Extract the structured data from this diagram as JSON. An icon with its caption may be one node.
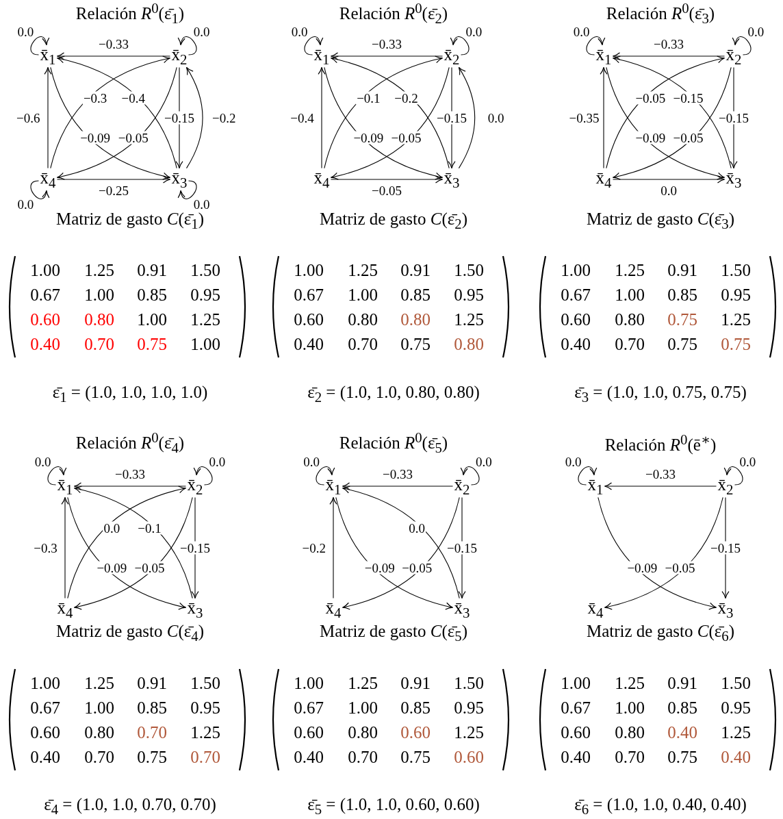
{
  "diagram": {
    "nodes": [
      {
        "text": [
          "x̄$_{1}$"
        ]
      },
      {
        "text": [
          "x̄$_{2}$"
        ]
      },
      {
        "text": [
          "x̄$_{3}$"
        ]
      },
      {
        "text": [
          "x̄$_{4}$"
        ]
      },
      {
        "text": [
          "x̄$_{1}$"
        ]
      },
      {
        "text": [
          "x̄$_{2}$"
        ]
      },
      {
        "text": [
          "x̄$_{3}$"
        ]
      },
      {
        "text": [
          "x̄$_{4}$"
        ]
      },
      {
        "text": [
          "x̄$_{1}$"
        ]
      },
      {
        "text": [
          "x̄$_{2}$"
        ]
      },
      {
        "text": [
          "x̄$_{3}$"
        ]
      },
      {
        "text": [
          "x̄$_{4}$"
        ]
      },
      {
        "text": [
          "x̄$_{1}$"
        ]
      },
      {
        "text": [
          "x̄$_{2}$"
        ]
      },
      {
        "text": [
          "x̄$_{3}$"
        ]
      },
      {
        "text": [
          "x̄$_{4}$"
        ]
      },
      {
        "text": [
          "x̄$_{1}$"
        ]
      },
      {
        "text": [
          "x̄$_{2}$"
        ]
      },
      {
        "text": [
          "x̄$_{3}$"
        ]
      },
      {
        "text": [
          "x̄$_{4}$"
        ]
      },
      {
        "text": [
          "x̄$_{1}$"
        ]
      },
      {
        "text": [
          "x̄$_{2}$"
        ]
      },
      {
        "text": [
          "x̄$_{3}$"
        ]
      },
      {
        "text": [
          "x̄$_{4}$"
        ]
      }
    ],
    "edges": [
      {
        "from": 0,
        "to": 0,
        "arrow": "to",
        "label": "0.0"
      },
      {
        "from": 1,
        "to": 1,
        "arrow": "to",
        "label": "0.0"
      },
      {
        "from": 1,
        "to": 0,
        "arrow": "to",
        "label": "−0.33"
      },
      {
        "from": 3,
        "to": 1,
        "arrow": "to",
        "label": "−0.3"
      },
      {
        "from": 2,
        "to": 0,
        "arrow": "to",
        "label": "−0.4"
      },
      {
        "from": 3,
        "to": 0,
        "arrow": "to",
        "label": "−0.6"
      },
      {
        "from": 1,
        "to": 2,
        "arrow": "to",
        "label": "−0.15"
      },
      {
        "from": 2,
        "to": 1,
        "arrow": "to",
        "label": "−0.2"
      },
      {
        "from": 0,
        "to": 2,
        "arrow": "to",
        "label": "−0.09"
      },
      {
        "from": 1,
        "to": 3,
        "arrow": "to",
        "label": "−0.05"
      },
      {
        "from": 3,
        "to": 2,
        "arrow": "to",
        "label": "−0.25"
      },
      {
        "from": 3,
        "to": 3,
        "arrow": "to",
        "label": "0.0"
      },
      {
        "from": 2,
        "to": 2,
        "arrow": "to",
        "label": "0.0"
      },
      {
        "from": 4,
        "to": 4,
        "arrow": "to",
        "label": "0.0"
      },
      {
        "from": 5,
        "to": 5,
        "arrow": "to",
        "label": "0.0"
      },
      {
        "from": 5,
        "to": 4,
        "arrow": "to",
        "label": "−0.33"
      },
      {
        "from": 7,
        "to": 5,
        "arrow": "to",
        "label": "−0.1"
      },
      {
        "from": 6,
        "to": 4,
        "arrow": "to",
        "label": "−0.2"
      },
      {
        "from": 7,
        "to": 4,
        "arrow": "to",
        "label": "−0.4"
      },
      {
        "from": 5,
        "to": 6,
        "arrow": "to",
        "label": "−0.15"
      },
      {
        "from": 6,
        "to": 5,
        "arrow": "to",
        "label": "0.0"
      },
      {
        "from": 4,
        "to": 6,
        "arrow": "to",
        "label": "−0.09"
      },
      {
        "from": 5,
        "to": 7,
        "arrow": "to",
        "label": "−0.05"
      },
      {
        "from": 7,
        "to": 6,
        "arrow": "to",
        "label": "−0.05"
      },
      {
        "from": 8,
        "to": 8,
        "arrow": "to",
        "label": "0.0"
      },
      {
        "from": 9,
        "to": 9,
        "arrow": "to",
        "label": "0.0"
      },
      {
        "from": 9,
        "to": 8,
        "arrow": "to",
        "label": "−0.33"
      },
      {
        "from": 11,
        "to": 9,
        "arrow": "to",
        "label": "−0.05"
      },
      {
        "from": 10,
        "to": 8,
        "arrow": "to",
        "label": "−0.15"
      },
      {
        "from": 11,
        "to": 8,
        "arrow": "to",
        "label": "−0.35"
      },
      {
        "from": 9,
        "to": 10,
        "arrow": "to",
        "label": "−0.15"
      },
      {
        "from": 8,
        "to": 10,
        "arrow": "to",
        "label": "−0.09"
      },
      {
        "from": 9,
        "to": 11,
        "arrow": "to",
        "label": "−0.05"
      },
      {
        "from": 11,
        "to": 10,
        "arrow": "to",
        "label": "0.0"
      },
      {
        "from": 12,
        "to": 12,
        "arrow": "to",
        "label": "0.0"
      },
      {
        "from": 13,
        "to": 13,
        "arrow": "to",
        "label": "0.0"
      },
      {
        "from": 13,
        "to": 12,
        "arrow": "to",
        "label": "−0.33"
      },
      {
        "from": 15,
        "to": 13,
        "arrow": "to",
        "label": "0.0"
      },
      {
        "from": 14,
        "to": 12,
        "arrow": "to",
        "label": "−0.1"
      },
      {
        "from": 15,
        "to": 12,
        "arrow": "to",
        "label": "−0.3"
      },
      {
        "from": 13,
        "to": 14,
        "arrow": "to",
        "label": "−0.15"
      },
      {
        "from": 12,
        "to": 14,
        "arrow": "to",
        "label": "−0.09"
      },
      {
        "from": 13,
        "to": 15,
        "arrow": "to",
        "label": "−0.05"
      },
      {
        "from": 16,
        "to": 16,
        "arrow": "to",
        "label": "0.0"
      },
      {
        "from": 17,
        "to": 17,
        "arrow": "to",
        "label": "0.0"
      },
      {
        "from": 17,
        "to": 16,
        "arrow": "to",
        "label": "−0.33"
      },
      {
        "from": 18,
        "to": 16,
        "arrow": "to",
        "label": "0.0"
      },
      {
        "from": 19,
        "to": 16,
        "arrow": "to",
        "label": "−0.2"
      },
      {
        "from": 17,
        "to": 18,
        "arrow": "to",
        "label": "−0.15"
      },
      {
        "from": 16,
        "to": 18,
        "arrow": "to",
        "label": "−0.09"
      },
      {
        "from": 17,
        "to": 19,
        "arrow": "to",
        "label": "−0.05"
      },
      {
        "from": 20,
        "to": 20,
        "arrow": "to",
        "label": "0.0"
      },
      {
        "from": 21,
        "to": 21,
        "arrow": "to",
        "label": "0.0"
      },
      {
        "from": 21,
        "to": 20,
        "arrow": "to",
        "label": "−0.33"
      },
      {
        "from": 21,
        "to": 22,
        "arrow": "to",
        "label": "−0.15"
      },
      {
        "from": 20,
        "to": 22,
        "arrow": "to",
        "label": "−0.09"
      },
      {
        "from": 21,
        "to": 23,
        "arrow": "to",
        "label": "−0.05"
      }
    ],
    "labels": [
      "Relación *R*$^{0}$(ε̄$_{1}$)",
      "Matriz de gasto *C*(ε̄$_{1}$)",
      "1.00",
      "1.25",
      "0.91",
      "1.50",
      "0.67",
      "1.00",
      "0.85",
      "0.95",
      "0.60",
      "0.80",
      "1.00",
      "1.25",
      "0.40",
      "0.70",
      "0.75",
      "1.00",
      "ε̄$_{1}$ = (1.0, 1.0, 1.0, 1.0)",
      "Relación *R*$^{0}$(ε̄$_{2}$)",
      "Matriz de gasto *C*(ε̄$_{2}$)",
      "1.00",
      "1.25",
      "0.91",
      "1.50",
      "0.67",
      "1.00",
      "0.85",
      "0.95",
      "0.60",
      "0.80",
      "0.80",
      "1.25",
      "0.40",
      "0.70",
      "0.75",
      "0.80",
      "ε̄$_{2}$ = (1.0, 1.0, 0.80, 0.80)",
      "Relación *R*$^{0}$(ε̄$_{3}$)",
      "Matriz de gasto *C*(ε̄$_{3}$)",
      "1.00",
      "1.25",
      "0.91",
      "1.50",
      "0.67",
      "1.00",
      "0.85",
      "0.95",
      "0.60",
      "0.80",
      "0.75",
      "1.25",
      "0.40",
      "0.70",
      "0.75",
      "0.75",
      "ε̄$_{3}$ = (1.0, 1.0, 0.75, 0.75)",
      "Relación *R*$^{0}$(ε̄$_{4}$)",
      "Matriz de gasto *C*(ε̄$_{4}$)",
      "1.00",
      "1.25",
      "0.91",
      "1.50",
      "0.67",
      "1.00",
      "0.85",
      "0.95",
      "0.60",
      "0.80",
      "0.70",
      "1.25",
      "0.40",
      "0.70",
      "0.75",
      "0.70",
      "ε̄$_{4}$ = (1.0, 1.0, 0.70, 0.70)",
      "Relación *R*$^{0}$(ε̄$_{5}$)",
      "Matriz de gasto *C*(ε̄$_{5}$)",
      "1.00",
      "1.25",
      "0.91",
      "1.50",
      "0.67",
      "1.00",
      "0.85",
      "0.95",
      "0.60",
      "0.80",
      "0.60",
      "1.25",
      "0.40",
      "0.70",
      "0.75",
      "0.60",
      "ε̄$_{5}$ = (1.0, 1.0, 0.60, 0.60)",
      "Relación *R*$^{0}$(ē$^{∗}$)",
      "Matriz de gasto *C*(ε̄$_{6}$)",
      "1.00",
      "1.25",
      "0.91",
      "1.50",
      "0.67",
      "1.00",
      "0.85",
      "0.95",
      "0.60",
      "0.80",
      "0.40",
      "1.25",
      "0.40",
      "0.70",
      "0.75",
      "0.40",
      "ε̄$_{6}$ = (1.0, 1.0, 0.40, 0.40)"
    ]
  }
}
